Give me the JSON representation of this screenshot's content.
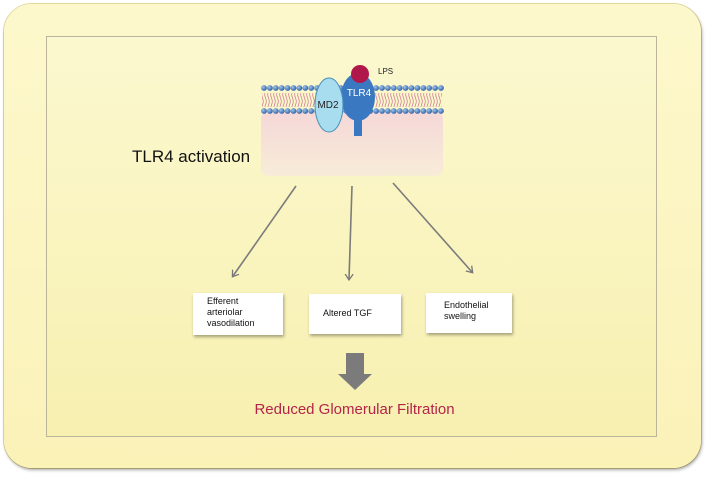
{
  "diagram": {
    "ligand_label": "LPS",
    "coreceptor_label": "MD2",
    "receptor_label": "TLR4",
    "process_label": "TLR4 activation",
    "effects": [
      {
        "lines": [
          "Efferent",
          "arteriolar",
          "vasodilation"
        ]
      },
      {
        "lines": [
          "Altered TGF"
        ]
      },
      {
        "lines": [
          "Endothelial",
          "swelling"
        ]
      }
    ],
    "outcome": "Reduced Glomerular Filtration",
    "colors": {
      "lps": "#b0174b",
      "tlr4": "#3b78c2",
      "md2": "#a8dcef",
      "membrane_bead": "#3a6fb5",
      "cell_fill": "#f5dede",
      "outcome_text": "#b3244a",
      "arrow": "#7b7b7b",
      "background": "#fbf3bd"
    }
  }
}
